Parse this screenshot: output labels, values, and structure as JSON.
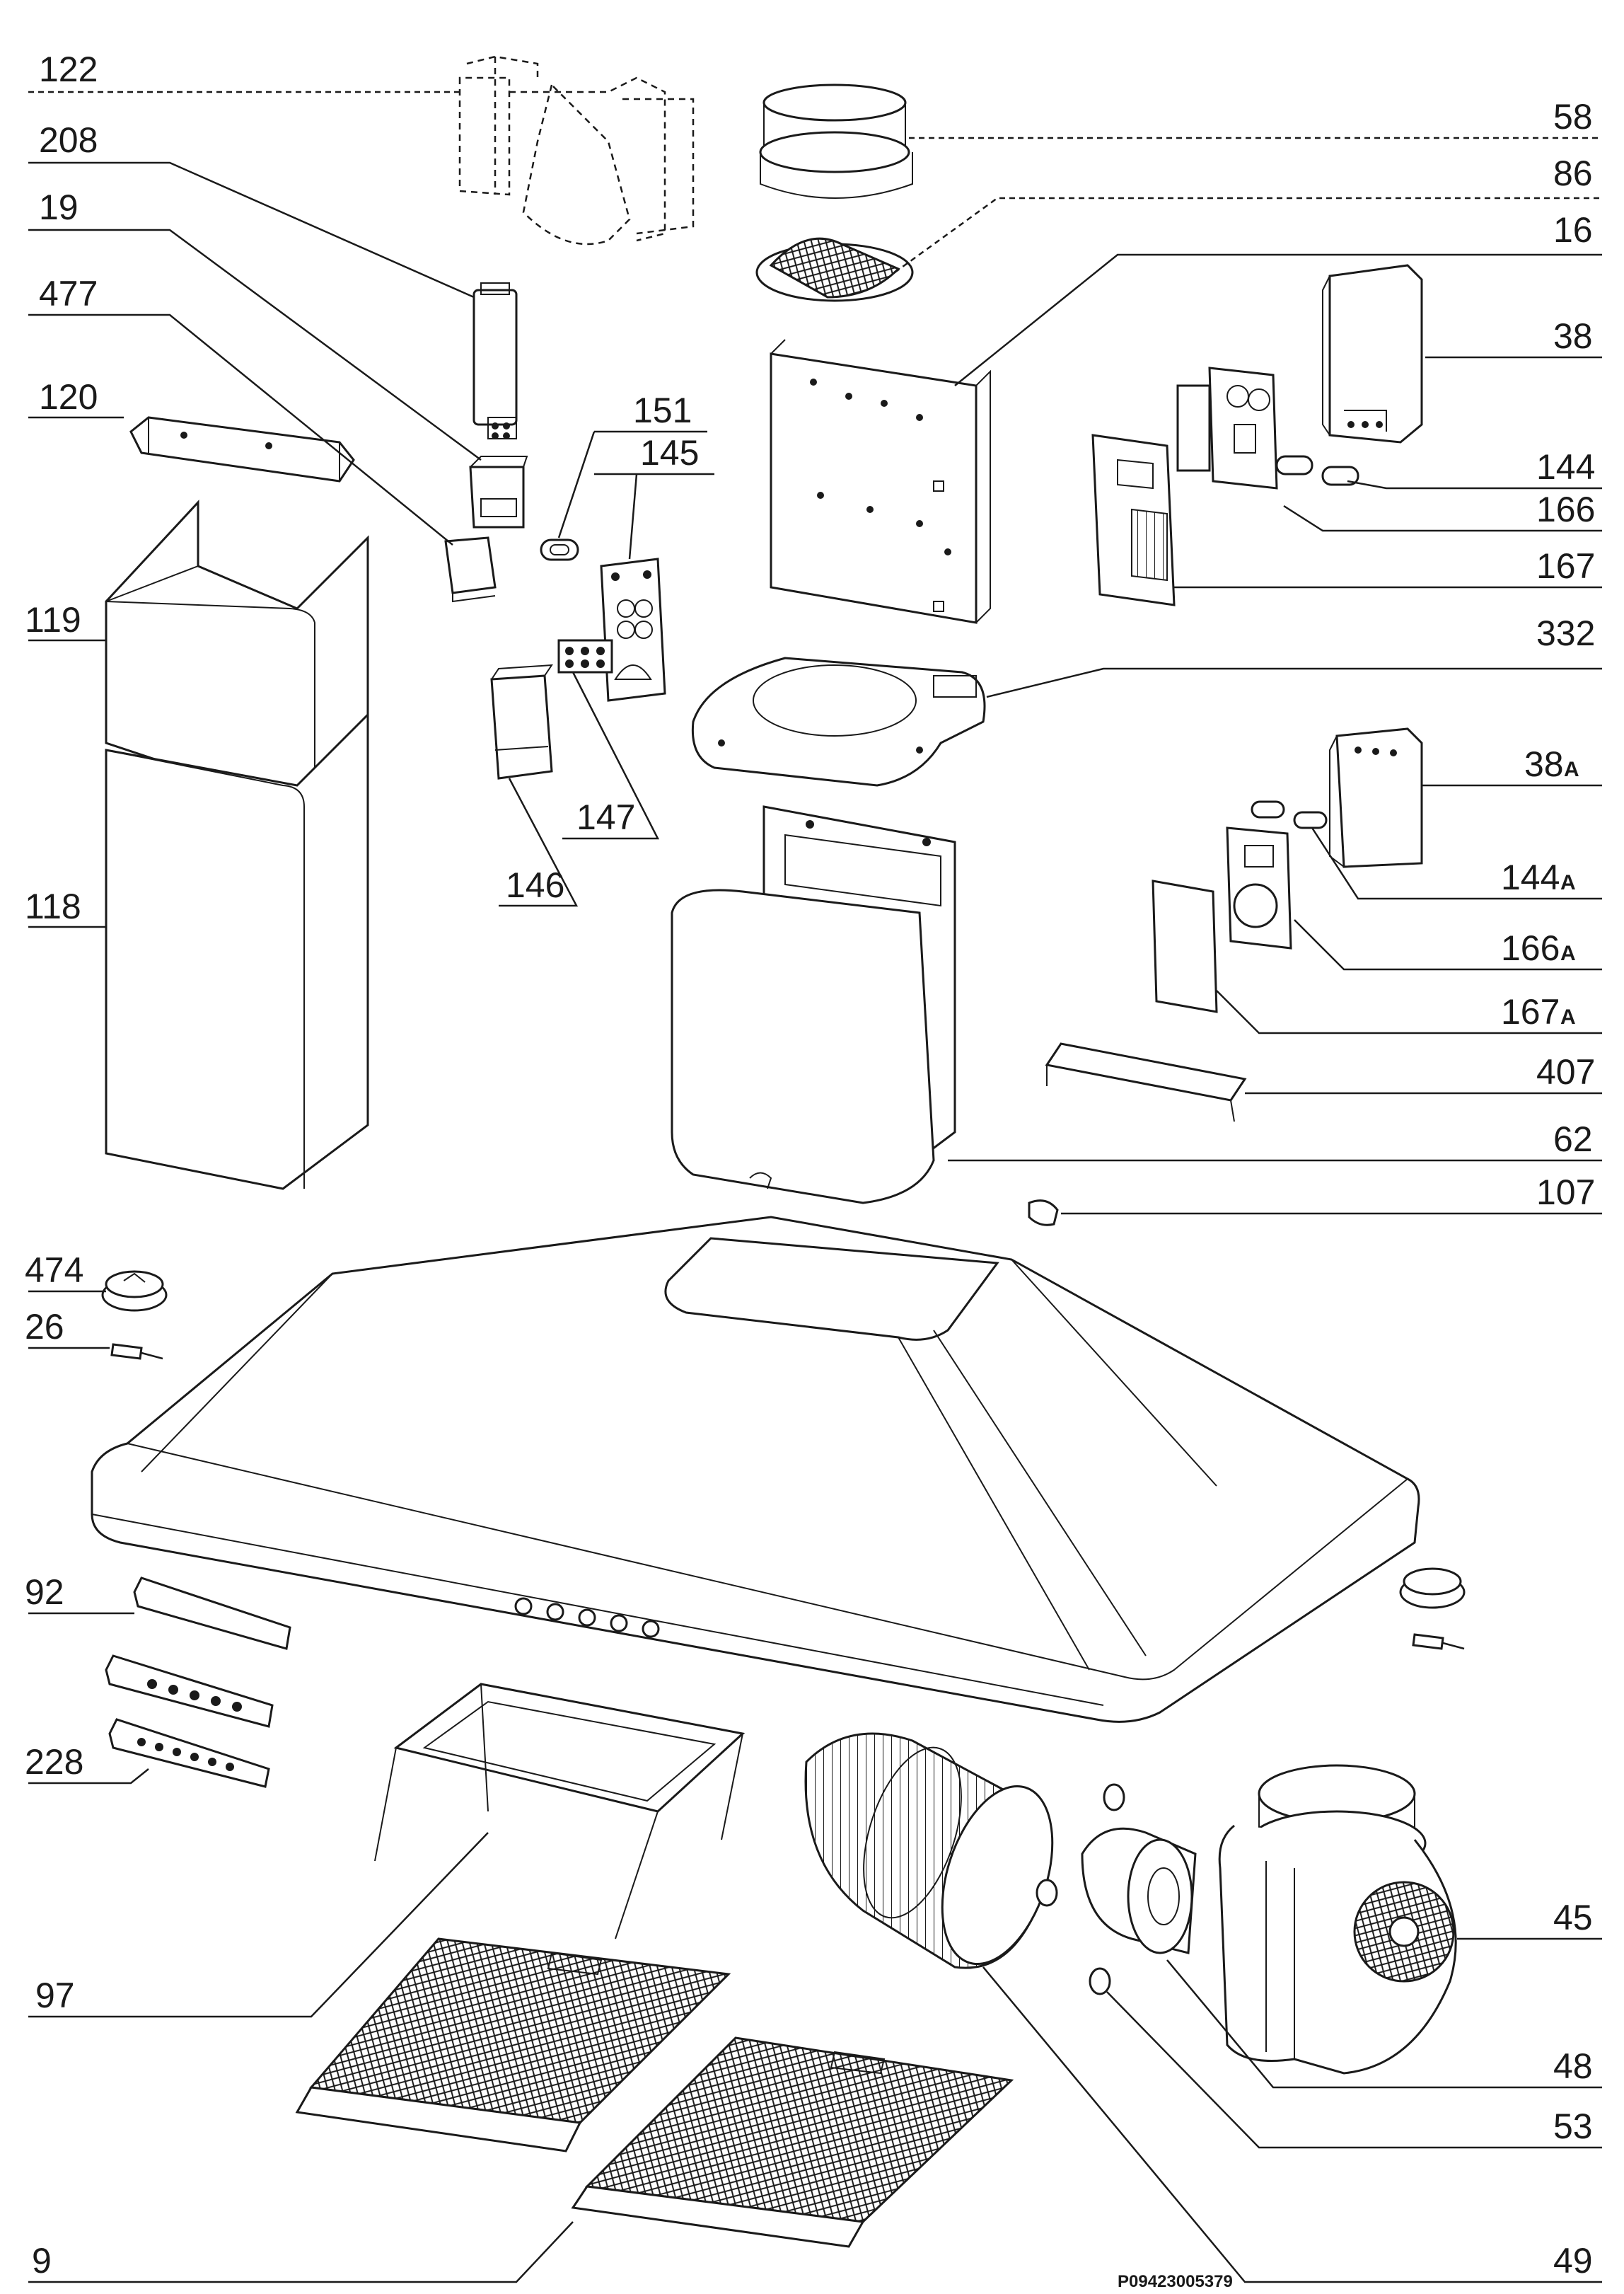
{
  "diagram": {
    "document_code": "P09423005379",
    "callouts": [
      {
        "id": "122",
        "text": "122"
      },
      {
        "id": "208",
        "text": "208"
      },
      {
        "id": "19",
        "text": "19"
      },
      {
        "id": "477",
        "text": "477"
      },
      {
        "id": "120",
        "text": "120"
      },
      {
        "id": "119",
        "text": "119"
      },
      {
        "id": "118",
        "text": "118"
      },
      {
        "id": "151",
        "text": "151"
      },
      {
        "id": "145",
        "text": "145"
      },
      {
        "id": "147",
        "text": "147"
      },
      {
        "id": "146",
        "text": "146"
      },
      {
        "id": "58",
        "text": "58"
      },
      {
        "id": "86",
        "text": "86"
      },
      {
        "id": "16",
        "text": "16"
      },
      {
        "id": "38",
        "text": "38"
      },
      {
        "id": "144",
        "text": "144"
      },
      {
        "id": "166",
        "text": "166"
      },
      {
        "id": "167",
        "text": "167"
      },
      {
        "id": "332",
        "text": "332"
      },
      {
        "id": "38a",
        "text": "38",
        "suffix": "A"
      },
      {
        "id": "144a",
        "text": "144",
        "suffix": "A"
      },
      {
        "id": "166a",
        "text": "166",
        "suffix": "A"
      },
      {
        "id": "167a",
        "text": "167",
        "suffix": "A"
      },
      {
        "id": "407",
        "text": "407"
      },
      {
        "id": "62",
        "text": "62"
      },
      {
        "id": "107",
        "text": "107"
      },
      {
        "id": "474",
        "text": "474"
      },
      {
        "id": "26",
        "text": "26"
      },
      {
        "id": "92",
        "text": "92"
      },
      {
        "id": "228",
        "text": "228"
      },
      {
        "id": "97",
        "text": "97"
      },
      {
        "id": "45",
        "text": "45"
      },
      {
        "id": "48",
        "text": "48"
      },
      {
        "id": "53",
        "text": "53"
      },
      {
        "id": "49",
        "text": "49"
      },
      {
        "id": "9",
        "text": "9"
      }
    ]
  },
  "colors": {
    "ink": "#1a1a1a",
    "paper": "#ffffff"
  }
}
